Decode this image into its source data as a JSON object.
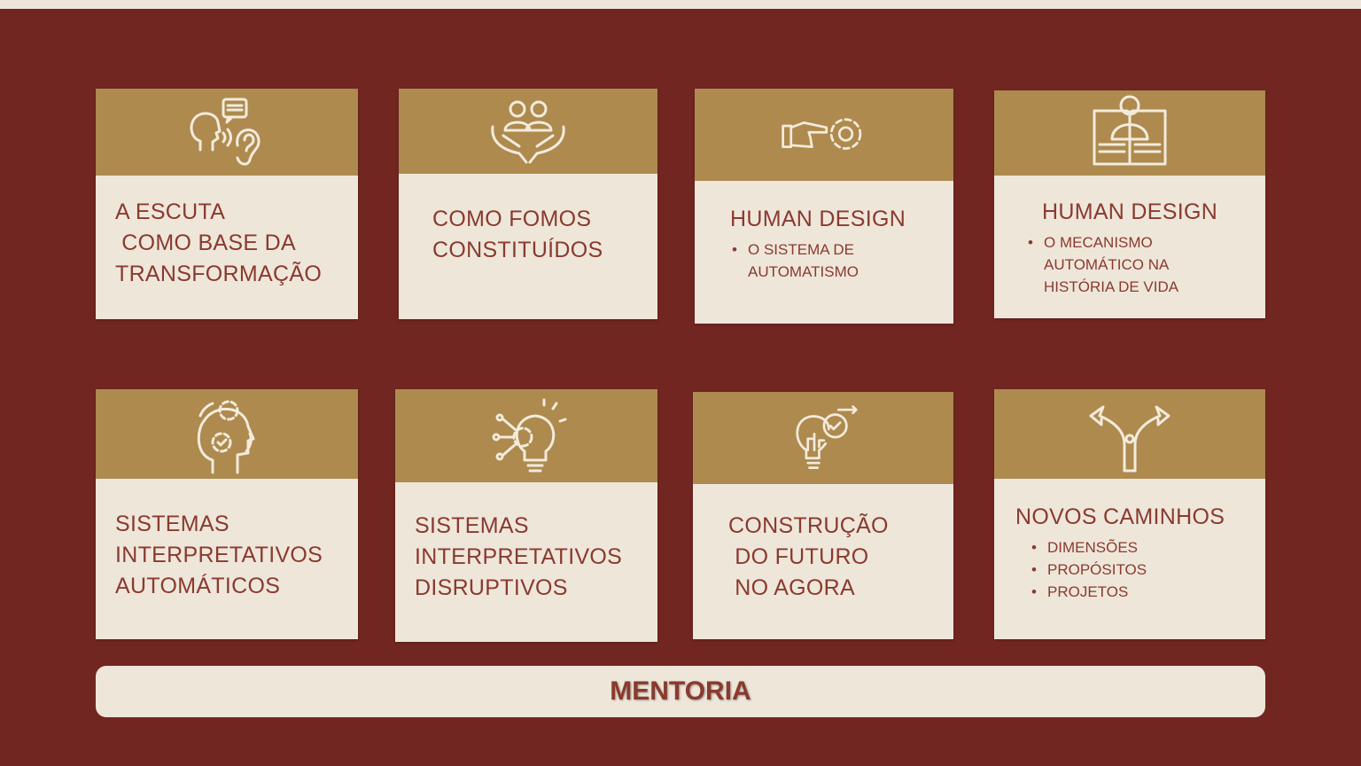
{
  "cards": [
    {
      "title": "A ESCUTA\n COMO BASE DA\nTRANSFORMAÇÃO",
      "icon": "speaking-listening-icon"
    },
    {
      "title": "COMO FOMOS\nCONSTITUÍDOS",
      "icon": "people-in-hands-icon"
    },
    {
      "title": "HUMAN DESIGN",
      "bullets": [
        "O SISTEMA DE\nAUTOMATISMO"
      ],
      "icon": "hand-pointing-gear-icon"
    },
    {
      "title": "HUMAN DESIGN",
      "bullets": [
        "O MECANISMO\nAUTOMÁTICO NA\nHISTÓRIA DE VIDA"
      ],
      "icon": "person-book-icon"
    },
    {
      "title": "SISTEMAS\nINTERPRETATIVOS\nAUTOMÁTICOS",
      "icon": "head-gears-icon"
    },
    {
      "title": "SISTEMAS\nINTERPRETATIVOS\nDISRUPTIVOS",
      "icon": "lightbulb-gear-icon"
    },
    {
      "title": "CONSTRUÇÃO\n DO FUTURO\n NO AGORA",
      "icon": "lightbulb-clock-icon"
    },
    {
      "title": "NOVOS CAMINHOS",
      "bullets": [
        "DIMENSÕES",
        "PROPÓSITOS",
        "PROJETOS"
      ],
      "icon": "diverging-arrows-icon"
    }
  ],
  "footer": {
    "label": "MENTORIA"
  },
  "colors": {
    "background": "#722621",
    "gold": "#ae8a4e",
    "cream": "#efe6da",
    "text": "#8a3a2e"
  }
}
